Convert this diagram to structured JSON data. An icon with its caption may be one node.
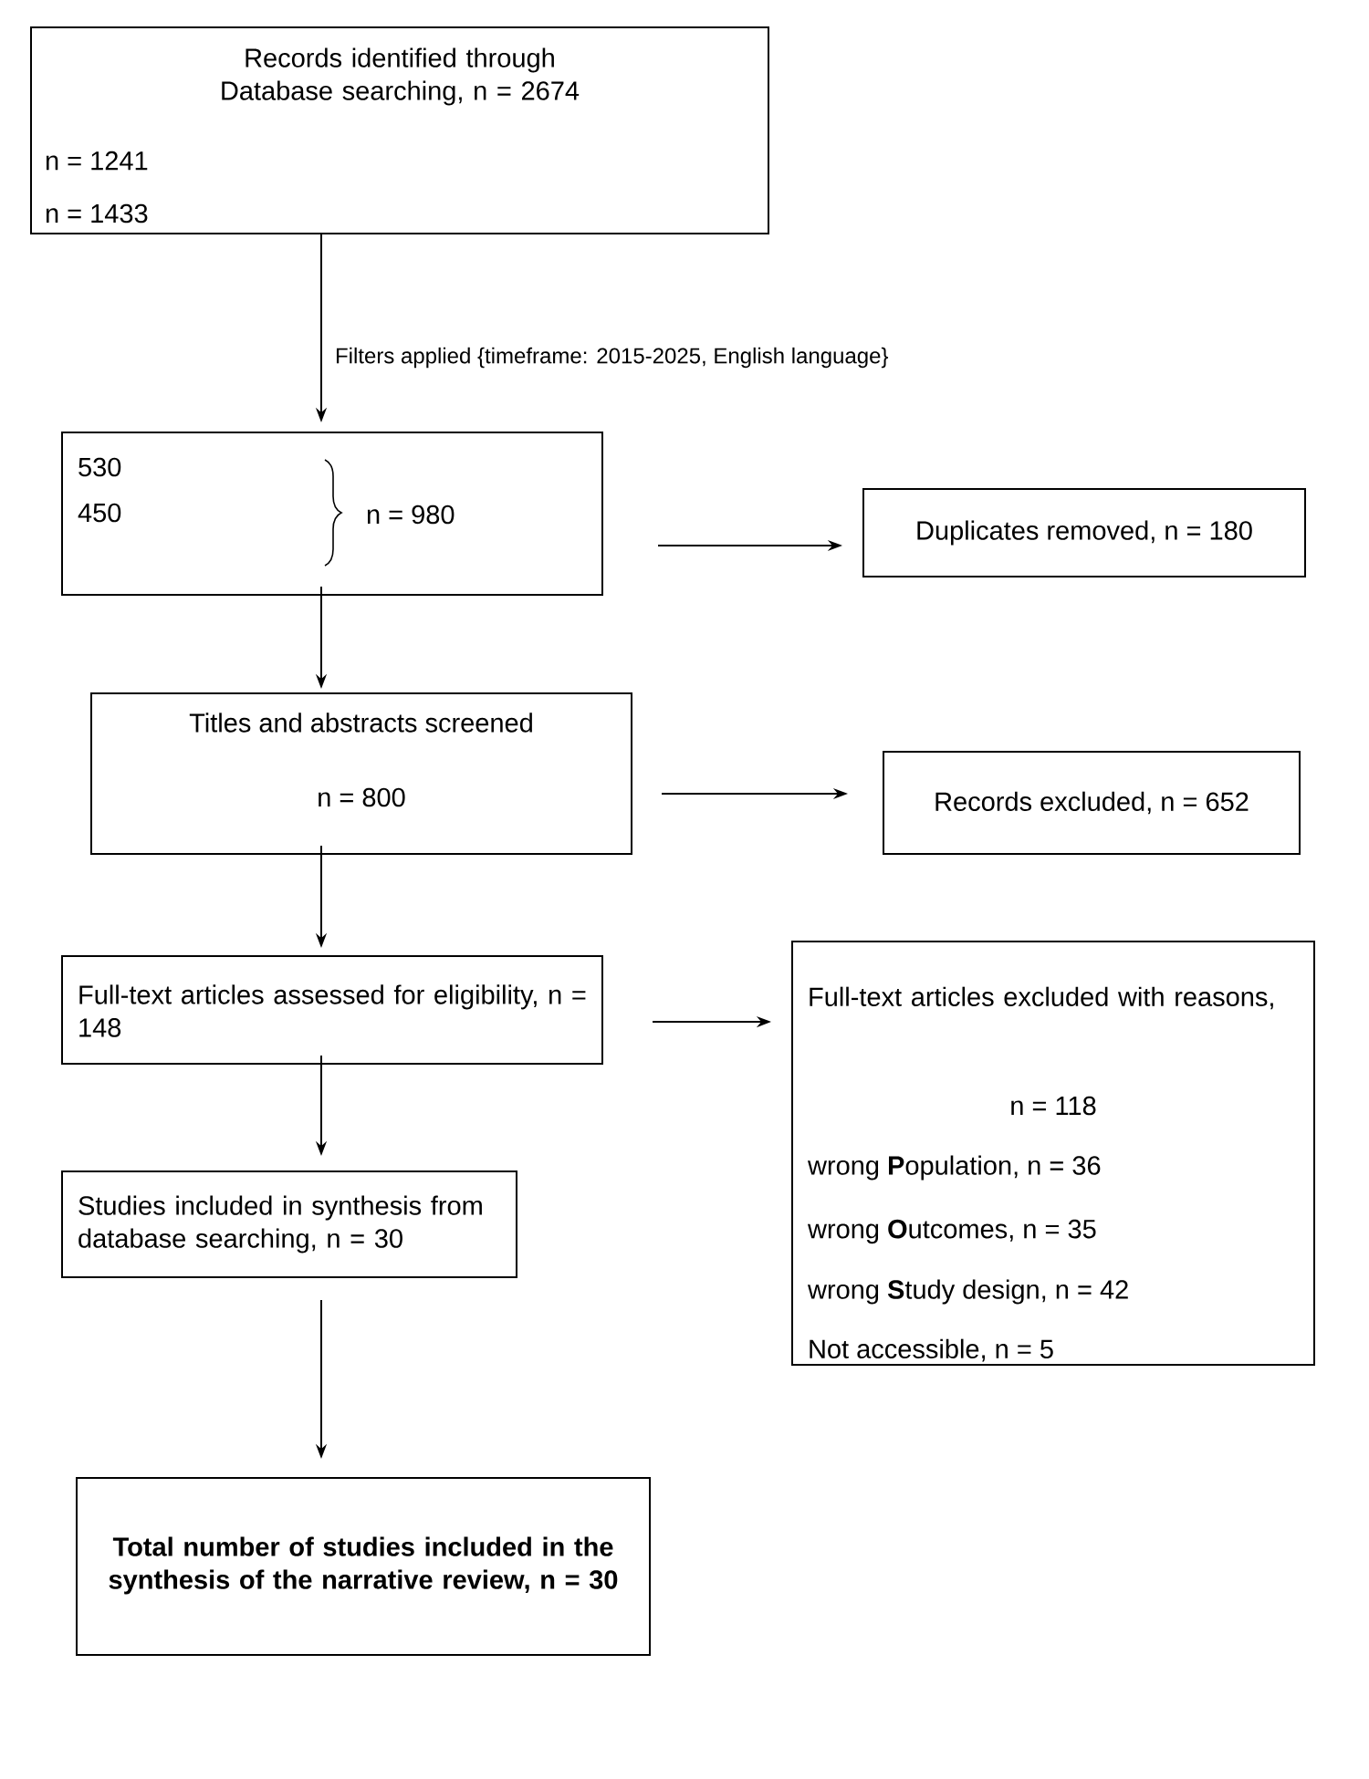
{
  "diagram": {
    "nodes": [
      {
        "text": [
          "Records identified through Database searching, n = 2674",
          "n = 1241",
          "n = 1433"
        ]
      },
      {
        "text": [
          "530",
          "450",
          "n = 980"
        ]
      },
      {
        "text": [
          "Duplicates removed, n = 180"
        ]
      },
      {
        "text": [
          "Titles and abstracts screened",
          "n = 800"
        ]
      },
      {
        "text": [
          "Records excluded, n = 652"
        ]
      },
      {
        "text": [
          "Full-text articles assessed for eligibility, n = 148"
        ]
      },
      {
        "text": [
          "Full-text articles excluded with reasons,",
          "n = 118",
          "wrong **P**opulation, n = 36",
          "wrong **O**utcomes, n = 35",
          "wrong **S**tudy design, n = 42",
          "Not accessible, n = 5"
        ]
      },
      {
        "text": [
          "Studies included in synthesis from database searching, n = 30"
        ]
      },
      {
        "text": [
          "Total number of studies included in the synthesis of the narrative review, n = 30"
        ]
      }
    ],
    "edges": [
      {
        "from": 0,
        "to": 1,
        "arrow": "to",
        "label": "Filters applied {timeframe: 2015-2025, English language}"
      },
      {
        "from": 1,
        "to": 2,
        "arrow": "to"
      },
      {
        "from": 1,
        "to": 3,
        "arrow": "to"
      },
      {
        "from": 3,
        "to": 4,
        "arrow": "to"
      },
      {
        "from": 3,
        "to": 5,
        "arrow": "to"
      },
      {
        "from": 5,
        "to": 6,
        "arrow": "to"
      },
      {
        "from": 5,
        "to": 7,
        "arrow": "to"
      },
      {
        "from": 7,
        "to": 8,
        "arrow": "to"
      }
    ]
  }
}
